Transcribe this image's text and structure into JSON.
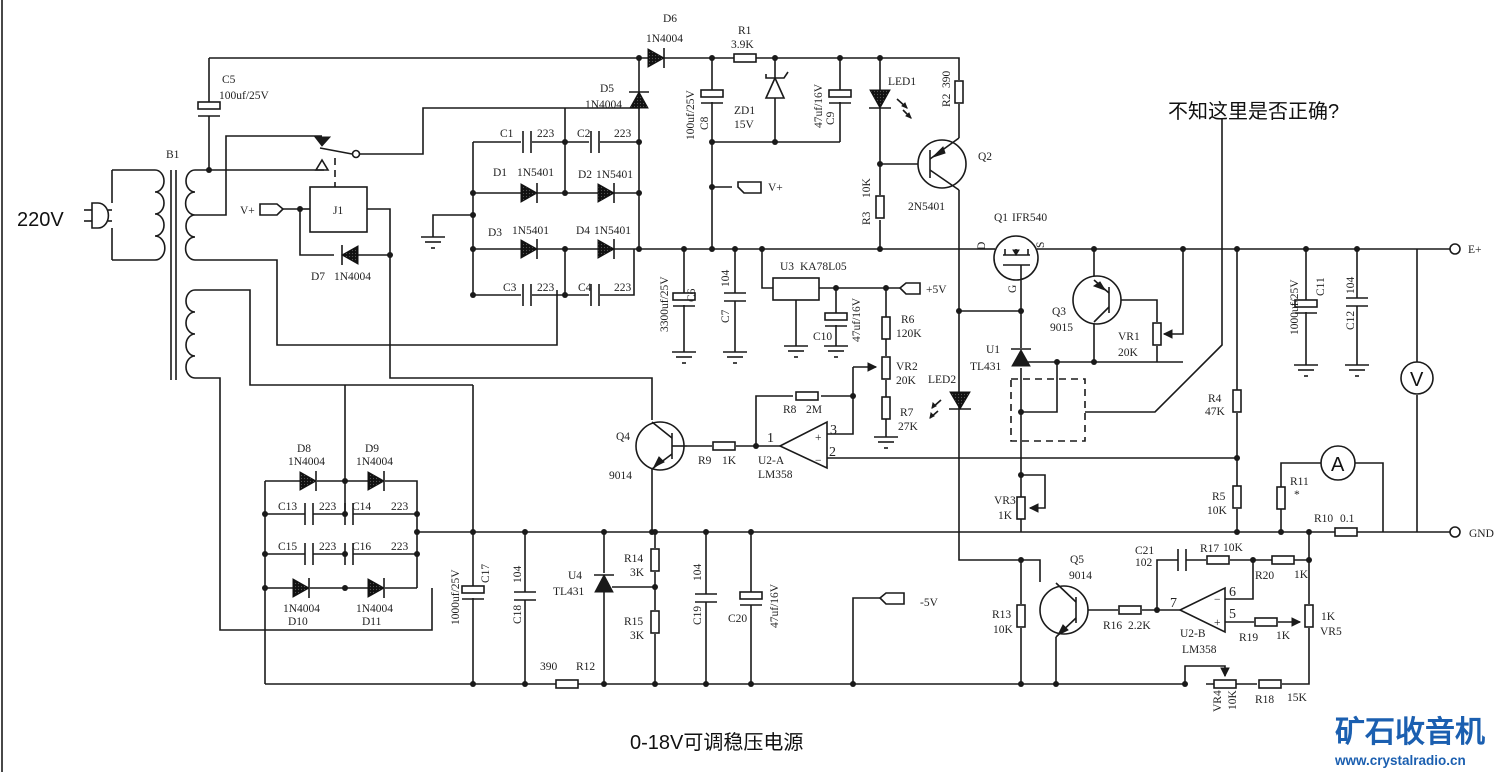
{
  "title": "0-18V可调稳压电源",
  "question_annotation": "不知这里是否正确?",
  "input_label": "220V",
  "watermark": {
    "brand": "矿石收音机",
    "url": "www.crystalradio.cn"
  },
  "terminals": {
    "e_plus": "E+",
    "gnd": "GND",
    "v_plus_relay": "V+",
    "v_plus_supply": "V+",
    "plus_5v": "+5V",
    "minus_5v": "-5V"
  },
  "meters": {
    "voltmeter": "V",
    "ammeter": "A"
  },
  "opamp_pins": {
    "p1": "1",
    "p2": "2",
    "p3": "3",
    "p5": "5",
    "p6": "6",
    "p7": "7",
    "plus": "+",
    "minus": "−"
  },
  "components": {
    "B1": {
      "ref": "B1"
    },
    "C5": {
      "ref": "C5",
      "value": "100uf/25V"
    },
    "J1": {
      "ref": "J1"
    },
    "D7": {
      "ref": "D7",
      "value": "1N4004"
    },
    "D6": {
      "ref": "D6",
      "value": "1N4004"
    },
    "D5": {
      "ref": "D5",
      "value": "1N4004"
    },
    "R1": {
      "ref": "R1",
      "value": "3.9K"
    },
    "ZD1": {
      "ref": "ZD1",
      "value": "15V"
    },
    "C8": {
      "ref": "C8",
      "value": "100uf/25V"
    },
    "C9": {
      "ref": "C9",
      "value": "47uf/16V"
    },
    "LED1": {
      "ref": "LED1"
    },
    "R2": {
      "ref": "R2",
      "value": "390"
    },
    "Q2": {
      "ref": "Q2",
      "value": "2N5401"
    },
    "R3": {
      "ref": "R3",
      "value": "10K"
    },
    "C1": {
      "ref": "C1",
      "value": "223"
    },
    "C2": {
      "ref": "C2",
      "value": "223"
    },
    "C3": {
      "ref": "C3",
      "value": "223"
    },
    "C4": {
      "ref": "C4",
      "value": "223"
    },
    "D1": {
      "ref": "D1",
      "value": "1N5401"
    },
    "D2": {
      "ref": "D2",
      "value": "1N5401"
    },
    "D3": {
      "ref": "D3",
      "value": "1N5401"
    },
    "D4": {
      "ref": "D4",
      "value": "1N5401"
    },
    "C6": {
      "ref": "C6",
      "value": "3300uf/25V"
    },
    "C7": {
      "ref": "C7",
      "value": "104"
    },
    "U3": {
      "ref": "U3",
      "value": "KA78L05"
    },
    "C10": {
      "ref": "C10",
      "value": "47uf/16V"
    },
    "R6": {
      "ref": "R6",
      "value": "120K"
    },
    "VR2": {
      "ref": "VR2",
      "value": "20K"
    },
    "R7": {
      "ref": "R7",
      "value": "27K"
    },
    "LED2": {
      "ref": "LED2"
    },
    "Q1": {
      "ref": "Q1",
      "value": "IFR540",
      "pin_d": "D",
      "pin_s": "S",
      "pin_g": "G"
    },
    "Q3": {
      "ref": "Q3",
      "value": "9015"
    },
    "VR1": {
      "ref": "VR1",
      "value": "20K"
    },
    "U1": {
      "ref": "U1",
      "value": "TL431"
    },
    "C11": {
      "ref": "C11",
      "value": "1000uf/25V"
    },
    "C12": {
      "ref": "C12",
      "value": "104"
    },
    "R4": {
      "ref": "R4",
      "value": "47K"
    },
    "R5": {
      "ref": "R5",
      "value": "10K"
    },
    "R11": {
      "ref": "R11",
      "value": "*"
    },
    "R10": {
      "ref": "R10",
      "value": "0.1"
    },
    "VR3": {
      "ref": "VR3",
      "value": "1K"
    },
    "Q4": {
      "ref": "Q4",
      "value": "9014"
    },
    "R9": {
      "ref": "R9",
      "value": "1K"
    },
    "R8": {
      "ref": "R8",
      "value": "2M"
    },
    "U2A": {
      "ref": "U2-A",
      "value": "LM358"
    },
    "D8": {
      "ref": "D8",
      "value": "1N4004"
    },
    "D9": {
      "ref": "D9",
      "value": "1N4004"
    },
    "D10": {
      "ref": "D10",
      "value": "1N4004"
    },
    "D11": {
      "ref": "D11",
      "value": "1N4004"
    },
    "C13": {
      "ref": "C13",
      "value": "223"
    },
    "C14": {
      "ref": "C14",
      "value": "223"
    },
    "C15": {
      "ref": "C15",
      "value": "223"
    },
    "C16": {
      "ref": "C16",
      "value": "223"
    },
    "C17": {
      "ref": "C17",
      "value": "1000uf/25V"
    },
    "C18": {
      "ref": "C18",
      "value": "104"
    },
    "U4": {
      "ref": "U4",
      "value": "TL431"
    },
    "R14": {
      "ref": "R14",
      "value": "3K"
    },
    "R15": {
      "ref": "R15",
      "value": "3K"
    },
    "R12": {
      "ref": "R12",
      "value": "390"
    },
    "C19": {
      "ref": "C19",
      "value": "104"
    },
    "C20": {
      "ref": "C20",
      "value": "47uf/16V"
    },
    "R13": {
      "ref": "R13",
      "value": "10K"
    },
    "Q5": {
      "ref": "Q5",
      "value": "9014"
    },
    "R16": {
      "ref": "R16",
      "value": "2.2K"
    },
    "C21": {
      "ref": "C21",
      "value": "102"
    },
    "R17": {
      "ref": "R17",
      "value": "10K"
    },
    "R20": {
      "ref": "R20",
      "value": "1K"
    },
    "U2B": {
      "ref": "U2-B",
      "value": "LM358"
    },
    "R19": {
      "ref": "R19",
      "value": "1K"
    },
    "VR5": {
      "ref": "VR5",
      "value": "1K"
    },
    "VR4": {
      "ref": "VR4",
      "value": "10K"
    },
    "R18": {
      "ref": "R18",
      "value": "15K"
    }
  }
}
